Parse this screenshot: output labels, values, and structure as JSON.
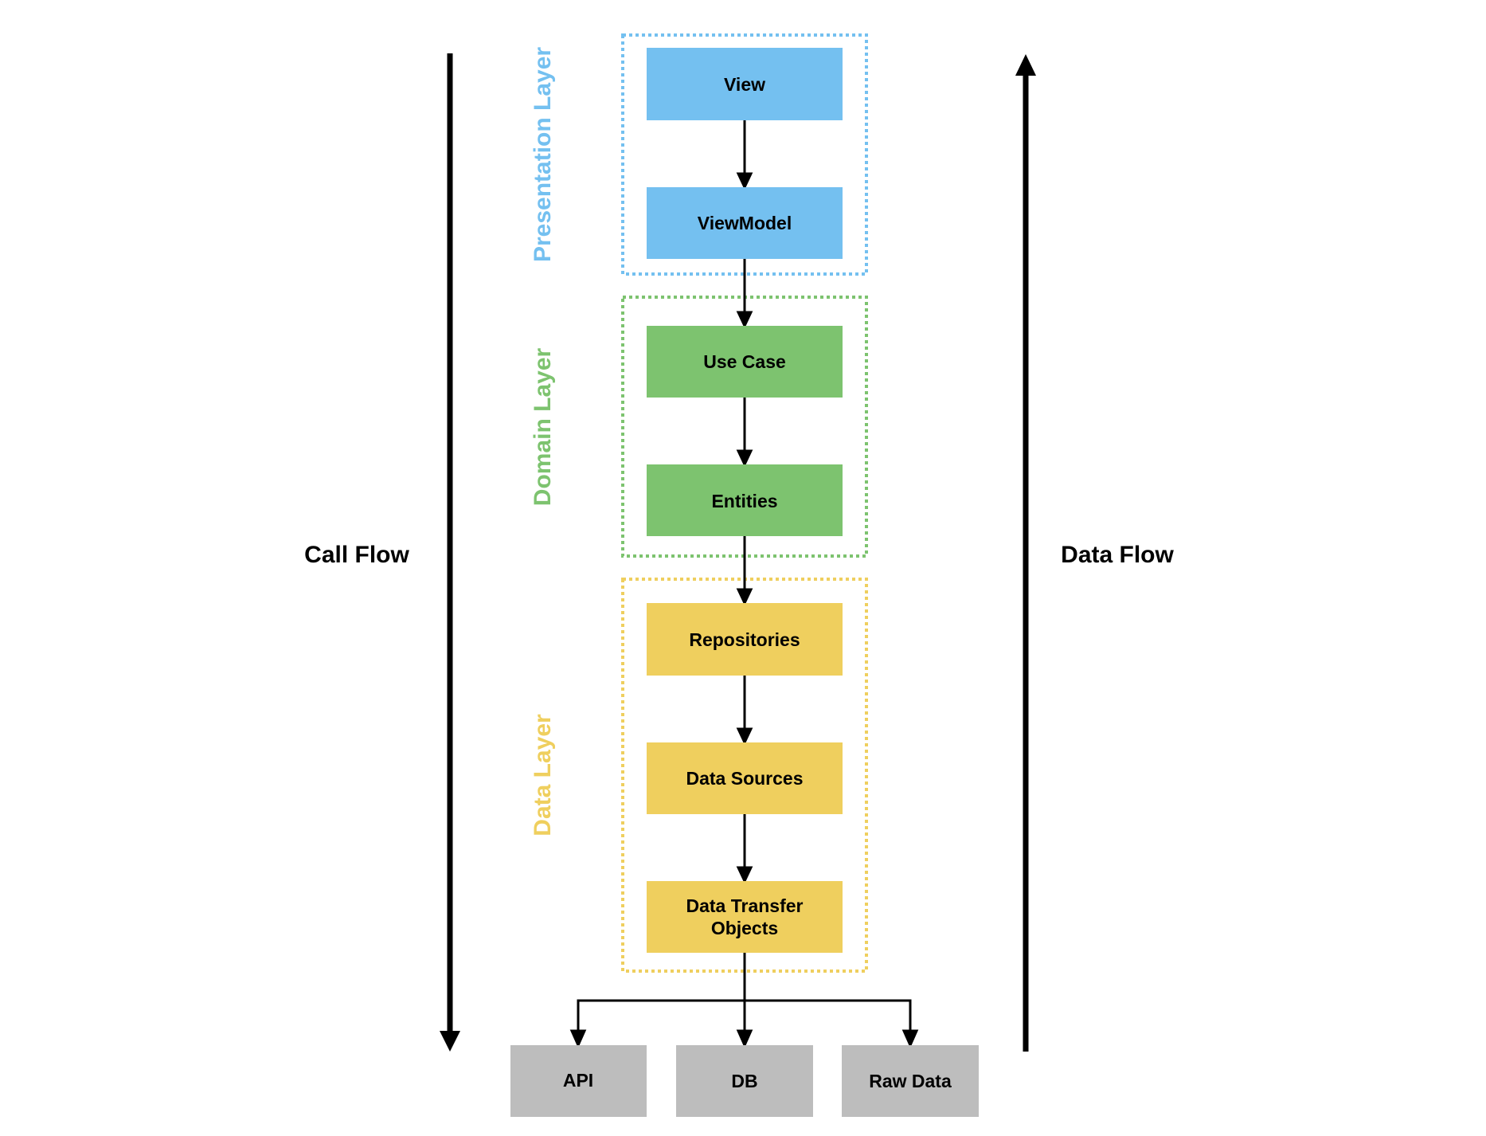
{
  "title": "Clean Architecture Layers",
  "flows": {
    "call_flow": {
      "label": "Call Flow",
      "direction": "down"
    },
    "data_flow": {
      "label": "Data Flow",
      "direction": "up"
    }
  },
  "layers": [
    {
      "id": "presentation",
      "label": "Presentation Layer",
      "color": "#74C0F0",
      "nodes": [
        "View",
        "ViewModel"
      ]
    },
    {
      "id": "domain",
      "label": "Domain Layer",
      "color": "#7DC36F",
      "nodes": [
        "Use Case",
        "Entities"
      ]
    },
    {
      "id": "data",
      "label": "Data Layer",
      "color": "#EFCF5E",
      "nodes": [
        "Repositories",
        "Data Sources",
        "Data Transfer Objects"
      ]
    }
  ],
  "nodes": {
    "view": {
      "label": "View",
      "layer": "presentation"
    },
    "viewmodel": {
      "label": "ViewModel",
      "layer": "presentation"
    },
    "usecase": {
      "label": "Use Case",
      "layer": "domain"
    },
    "entities": {
      "label": "Entities",
      "layer": "domain"
    },
    "repositories": {
      "label": "Repositories",
      "layer": "data"
    },
    "datasources": {
      "label": "Data Sources",
      "layer": "data"
    },
    "dto_line1": "Data Transfer",
    "dto_line2": "Objects",
    "api": {
      "label": "API"
    },
    "db": {
      "label": "DB"
    },
    "rawdata": {
      "label": "Raw Data"
    }
  },
  "external_color": "#BDBDBD",
  "edges": [
    [
      "View",
      "ViewModel"
    ],
    [
      "ViewModel",
      "Use Case"
    ],
    [
      "Use Case",
      "Entities"
    ],
    [
      "Entities",
      "Repositories"
    ],
    [
      "Repositories",
      "Data Sources"
    ],
    [
      "Data Sources",
      "Data Transfer Objects"
    ],
    [
      "Data Transfer Objects",
      "API"
    ],
    [
      "Data Transfer Objects",
      "DB"
    ],
    [
      "Data Transfer Objects",
      "Raw Data"
    ]
  ]
}
